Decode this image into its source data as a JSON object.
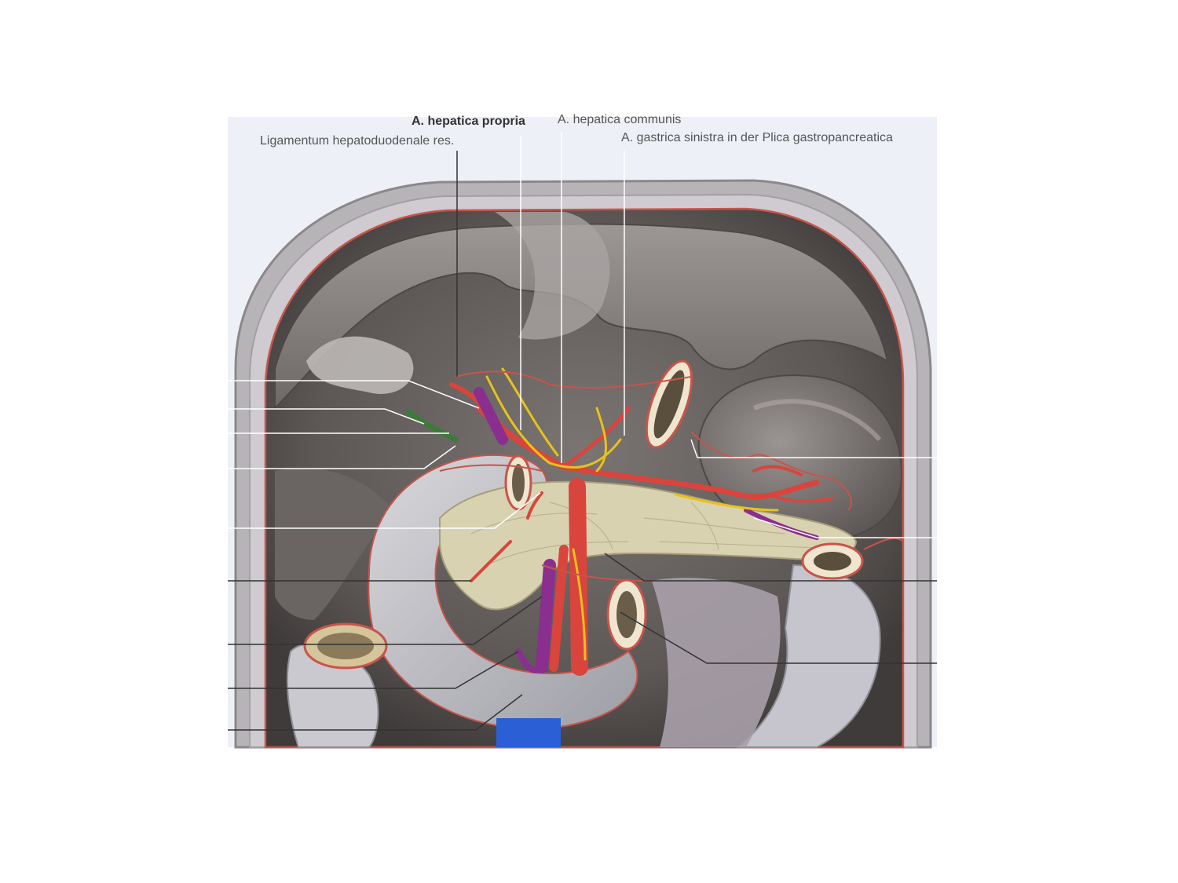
{
  "labels": {
    "hepatica_propria": "A. hepatica propria",
    "hepatica_communis": "A. hepatica communis",
    "lig_hepatoduodenale": "Ligamentum hepatoduodenale res.",
    "gastrica_sinistra": "A. gastrica sinistra in der Plica gastropancreatica"
  },
  "colors": {
    "page_background": "#ffffff",
    "plate_background": "#eef0f8",
    "cavity_dark": "#5a5555",
    "organ_gray": "#8d8886",
    "pancreas": "#d9d2b0",
    "artery": "#d9453c",
    "vein": "#8a2f8f",
    "nerve": "#e8c21a",
    "vena_cava": "#2a5fd6",
    "leader_dark": "#333333",
    "leader_light": "#ffffff"
  }
}
